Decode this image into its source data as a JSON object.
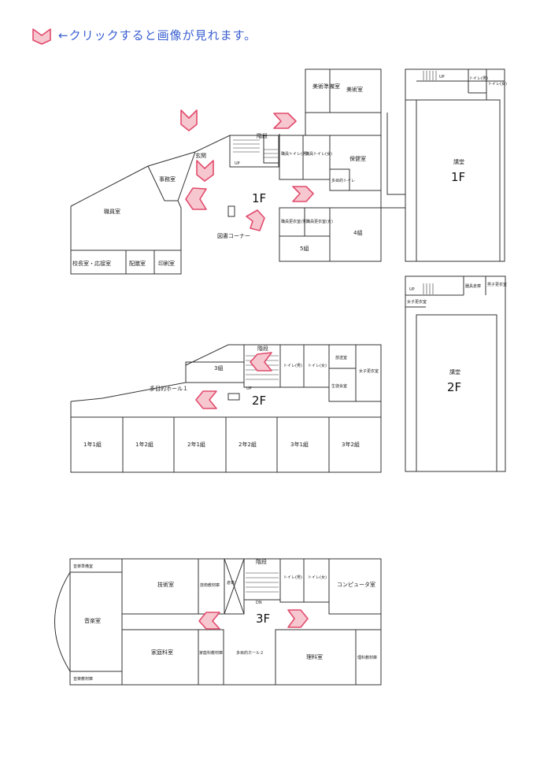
{
  "header": {
    "instruction": "←クリックすると画像が見れます。"
  },
  "colors": {
    "arrow_fill": "#f7c7cf",
    "arrow_stroke": "#e14b6d",
    "header_text": "#3a5fd0",
    "walls": "#333333"
  },
  "floor1": {
    "label": "1F",
    "rooms": {
      "art_prep": "美術準備室",
      "art": "美術室",
      "stairs": "階段",
      "up": "UP",
      "entrance": "玄関",
      "office": "事務室",
      "staff_wc_m": "職員トイレ(男)",
      "staff_wc_f": "職員トイレ(女)",
      "health": "保健室",
      "multi_wc": "多目的トイレ",
      "staff": "職員室",
      "staff_locker_m": "職員更衣室(男)",
      "staff_locker_f": "職員更衣室(女)",
      "library": "図書コーナー",
      "class4": "4組",
      "class5": "5組",
      "principal": "校長室・応接室",
      "delivery": "配膳室",
      "print": "印刷室"
    }
  },
  "gym": {
    "f1_label": "1F",
    "f2_label": "2F",
    "hall": "講堂",
    "up": "UP",
    "wc_m": "トイレ(男)",
    "wc_f": "トイレ(女)",
    "equipment": "器具倉庫",
    "boys_locker": "男子更衣室",
    "girls_locker": "女子更衣室",
    "up2": "UP"
  },
  "floor2": {
    "label": "2F",
    "rooms": {
      "stairs": "階段",
      "up": "UP",
      "class3": "3組",
      "wc_m": "トイレ(男)",
      "wc_f": "トイレ(女)",
      "broadcast": "放送室",
      "girls_locker": "女子更衣室",
      "student_council": "生徒会室",
      "multi_hall": "多目的ホール１",
      "c1_1": "1年1組",
      "c1_2": "1年2組",
      "c2_1": "2年1組",
      "c2_2": "2年2組",
      "c3_1": "3年1組",
      "c3_2": "3年2組"
    }
  },
  "floor3": {
    "label": "3F",
    "rooms": {
      "music_prep": "音楽準備室",
      "music": "音楽室",
      "music_storage": "音楽教材庫",
      "tech": "技術室",
      "tech_storage": "技術教材庫",
      "storage": "倉庫",
      "stairs": "階段",
      "dn": "DN",
      "wc_m": "トイレ(男)",
      "wc_f": "トイレ(女)",
      "computer": "コンピュータ室",
      "home_ec": "家庭科室",
      "home_ec_storage": "家庭科教材庫",
      "multi_hall": "多目的ホール２",
      "science": "理科室",
      "science_storage": "理科教材庫"
    }
  }
}
